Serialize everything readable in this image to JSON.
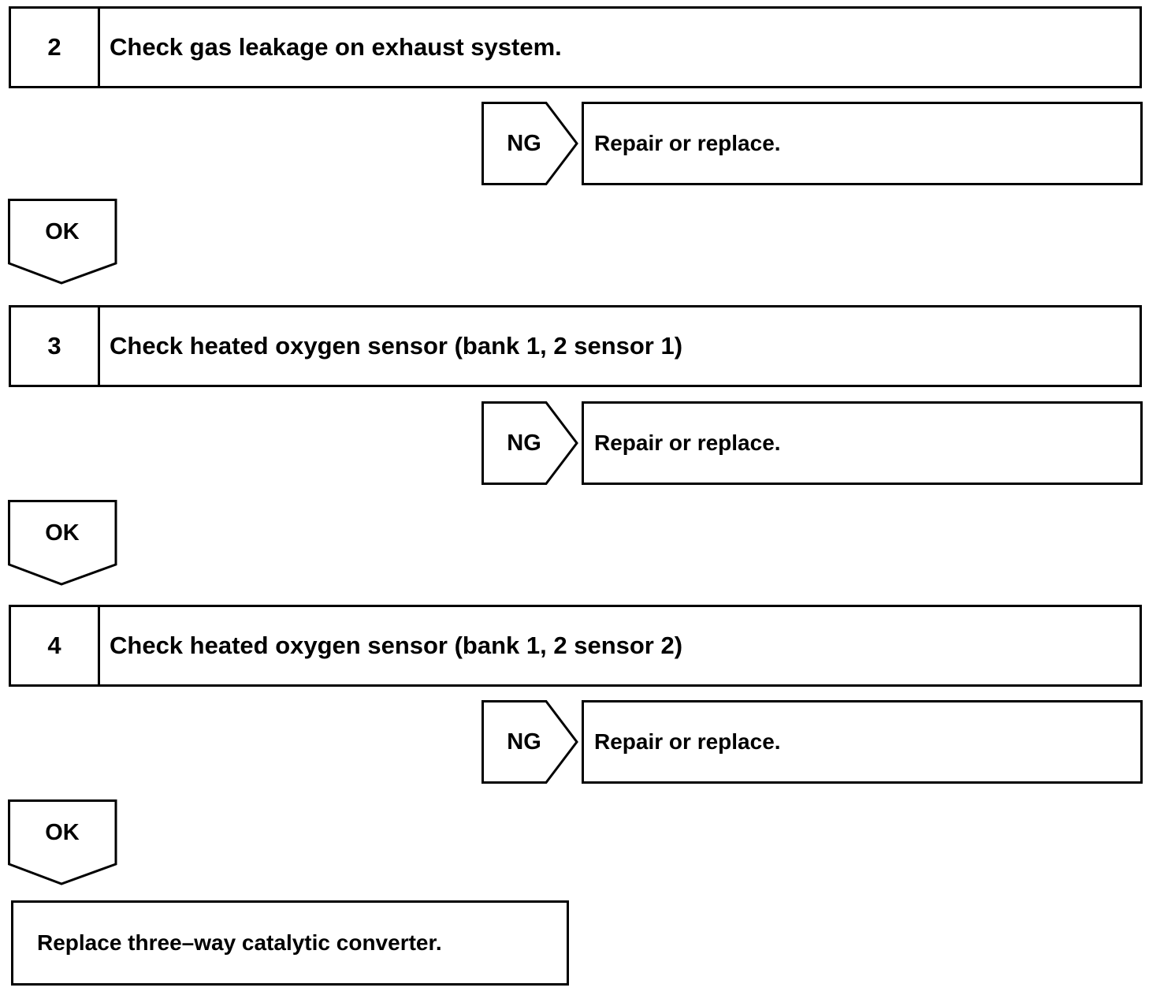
{
  "steps": [
    {
      "number": "2",
      "text": "Check gas leakage on exhaust system."
    },
    {
      "number": "3",
      "text": "Check heated oxygen sensor (bank 1, 2 sensor 1)"
    },
    {
      "number": "4",
      "text": "Check heated oxygen sensor (bank 1, 2 sensor 2)"
    }
  ],
  "ng_branches": [
    {
      "label": "NG",
      "action": "Repair or replace."
    },
    {
      "label": "NG",
      "action": "Repair or replace."
    },
    {
      "label": "NG",
      "action": "Repair or replace."
    }
  ],
  "ok_arrows": [
    {
      "label": "OK"
    },
    {
      "label": "OK"
    },
    {
      "label": "OK"
    }
  ],
  "final_action": "Replace three–way catalytic converter."
}
